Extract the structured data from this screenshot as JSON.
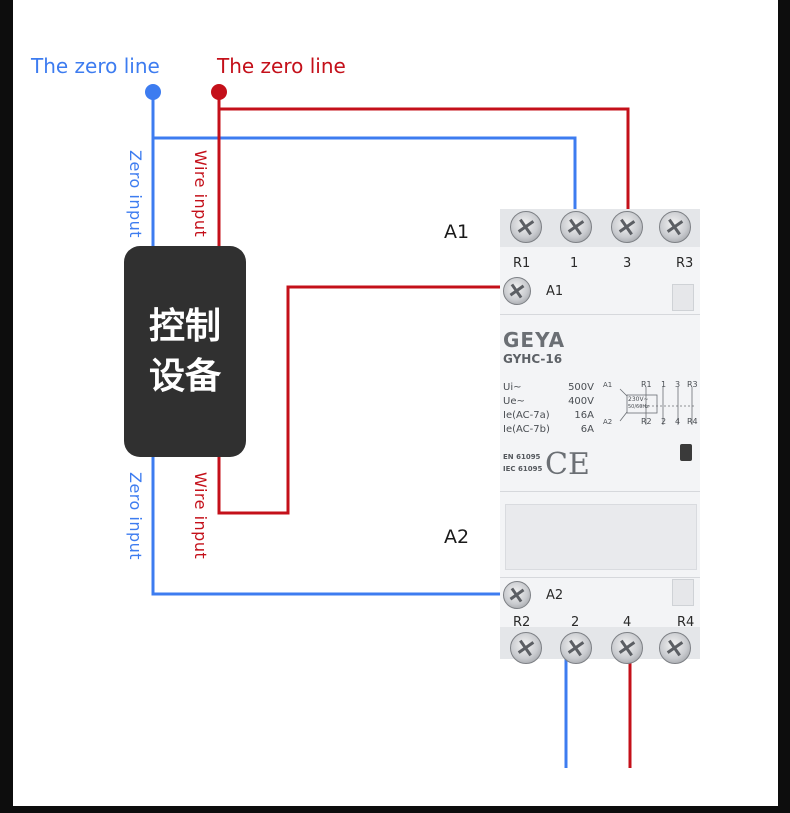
{
  "labels": {
    "zero_line_blue": "The zero line",
    "zero_line_red": "The zero line",
    "zero_input_top": "Zero input",
    "wire_input_top": "Wire input",
    "zero_input_bottom": "Zero input",
    "wire_input_bottom": "Wire input",
    "a1_side": "A1",
    "a2_side": "A2"
  },
  "control_device": {
    "line1": "控制",
    "line2": "设备"
  },
  "contactor": {
    "brand": "GEYA",
    "model": "GYHC-16",
    "top_terminals": [
      "R1",
      "1",
      "3",
      "R3"
    ],
    "bottom_terminals": [
      "R2",
      "2",
      "4",
      "R4"
    ],
    "coil_top": "A1",
    "coil_bottom": "A2",
    "specs": [
      {
        "key": "Ui~",
        "value": "500V"
      },
      {
        "key": "Ue~",
        "value": "400V"
      },
      {
        "key": "Ie(AC-7a)",
        "value": "16A"
      },
      {
        "key": "Ie(AC-7b)",
        "value": "6A"
      }
    ],
    "schematic": {
      "a1": "A1",
      "a2": "A2",
      "coil_rating_1": "230V~",
      "coil_rating_2": "50/60Hz",
      "top": [
        "R1",
        "1",
        "3",
        "R3"
      ],
      "bottom": [
        "R2",
        "2",
        "4",
        "R4"
      ]
    },
    "standards": [
      "EN 61095",
      "IEC 61095"
    ],
    "mark": "CE"
  },
  "colors": {
    "blue_wire": "#3d7cf0",
    "red_wire": "#c4101a",
    "frame": "#0d0d0d",
    "control_box": "#303030"
  }
}
